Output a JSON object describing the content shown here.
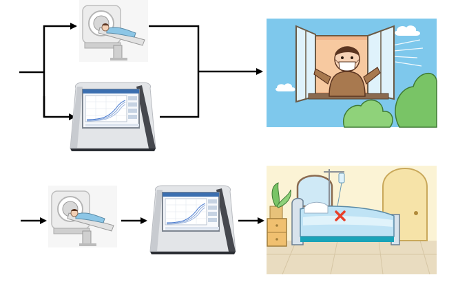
{
  "diagram": {
    "rows": [
      {
        "id": "top-pathway",
        "parallel_steps": [
          "ct-scanner",
          "pcr-machine"
        ],
        "outcome": "child-opening-window"
      },
      {
        "id": "bottom-pathway",
        "sequential_steps": [
          "ct-scanner",
          "pcr-machine"
        ],
        "outcome": "hospital-bed-with-red-x"
      }
    ],
    "colors": {
      "arrow": "#000000",
      "sky": "#7ec8ec",
      "window_frame": "#e8dfc8",
      "tree_green": "#79c466",
      "mask": "#ffffff",
      "child_hair": "#5a3420",
      "room_wall": "#fbf3d5",
      "bed_sheet": "#bfe3f5",
      "red_x": "#e8402a",
      "machine_body": "#d9dce1",
      "machine_dark": "#2a2d33",
      "screen_blue": "#3b6fb0",
      "ct_ring": "#f1f1f1"
    }
  }
}
